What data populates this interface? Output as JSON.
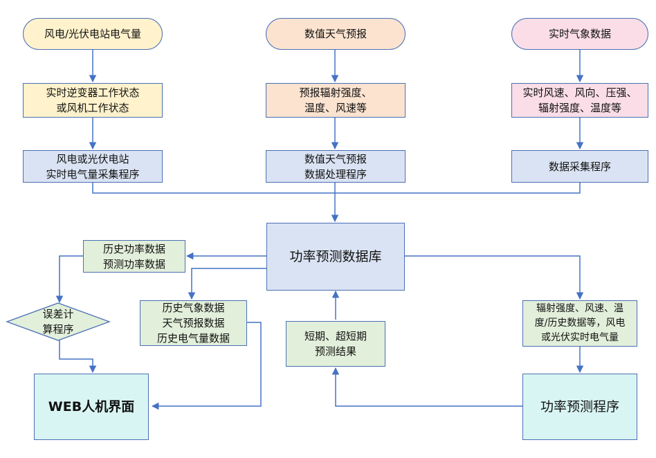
{
  "colors": {
    "line": "#4472c4",
    "border": "#4a6fb5",
    "yellow": "#fff2cc",
    "peach": "#fbe3d0",
    "pink": "#fadde6",
    "blue": "#dae3f3",
    "green": "#e2efda",
    "cyan": "#d9f5f3"
  },
  "nodes": {
    "wind_solar": "风电/光伏电站电气量",
    "nwp": "数值天气预报",
    "realtime_weather": "实时气象数据",
    "inverter_state": [
      "实时逆变器工作状态",
      "或风机工作状态"
    ],
    "forecast_items": [
      "预报辐射强度、",
      "温度、风速等"
    ],
    "realtime_items": [
      "实时风速、风向、压强、",
      "辐射强度、温度等"
    ],
    "station_collector": [
      "风电或光伏电站",
      "实时电气量采集程序"
    ],
    "nwp_processor": [
      "数值天气预报",
      "数据处理程序"
    ],
    "data_collector": "数据采集程序",
    "database": "功率预测数据库",
    "history_power": [
      "历史功率数据",
      "预测功率数据"
    ],
    "history_weather": [
      "历史气象数据",
      "天气预报数据",
      "历史电气量数据"
    ],
    "error_calc": [
      "误差计",
      "算程序"
    ],
    "short_term": [
      "短期、超短期",
      "预测结果"
    ],
    "model_inputs": [
      "辐射强度、风速、温",
      "度/历史数据等，风电",
      "或光伏实时电气量"
    ],
    "web_ui": "WEB人机界面",
    "forecast_program": "功率预测程序"
  }
}
